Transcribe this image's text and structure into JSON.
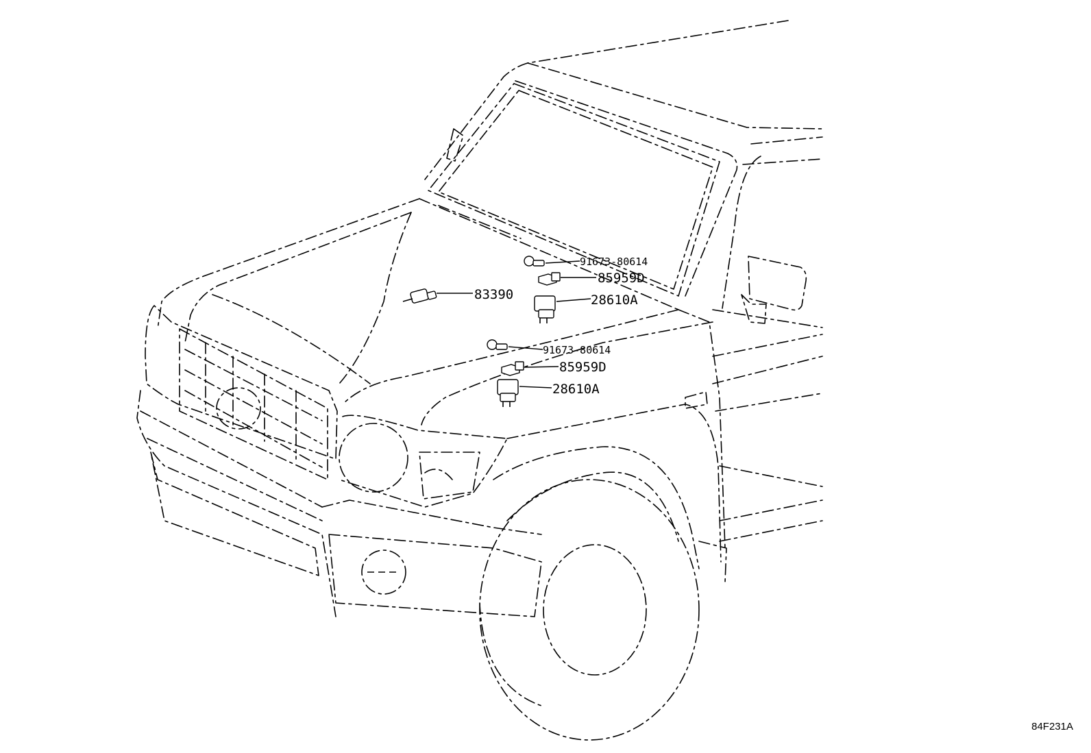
{
  "callouts": [
    {
      "id": "clip-upper",
      "part_no": "91673-80614"
    },
    {
      "id": "bracket-upper",
      "part_no": "85959D"
    },
    {
      "id": "relay-upper",
      "part_no": "28610A"
    },
    {
      "id": "switch",
      "part_no": "83390"
    },
    {
      "id": "clip-lower",
      "part_no": "91673-80614"
    },
    {
      "id": "bracket-lower",
      "part_no": "85959D"
    },
    {
      "id": "relay-lower",
      "part_no": "28610A"
    }
  ],
  "diagram_code": "84F231A"
}
